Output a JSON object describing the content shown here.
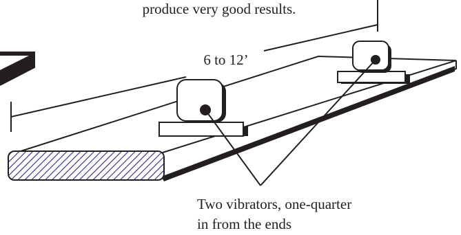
{
  "caption_top": "produce very good results.",
  "dimension_label": "6 to 12’",
  "callout": {
    "line1": "Two vibrators, one-quarter",
    "line2": "in from the ends"
  },
  "colors": {
    "ink": "#231f20",
    "hatch": "#2b2a8a",
    "background": "#ffffff"
  },
  "icons": {
    "vibrator": "rounded-square-with-dot",
    "hatching": "diagonal-hatch"
  }
}
